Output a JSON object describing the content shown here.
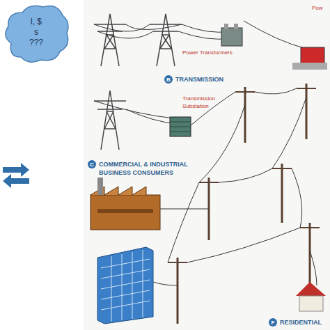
{
  "diagram": {
    "nodes": [
      {
        "text": [
          "l, $",
          "s",
          "???"
        ]
      },
      {
        "text": [
          "B"
        ]
      },
      {
        "text": [
          "C"
        ]
      },
      {
        "text": [
          "F"
        ]
      }
    ],
    "labels": [
      "Power Transformers",
      "Pow",
      "TRANSMISSION",
      "Transmission Substation",
      "COMMERCIAL & INDUSTRIAL BUSINESS CONSUMERS",
      "RESIDENTIAL"
    ]
  }
}
